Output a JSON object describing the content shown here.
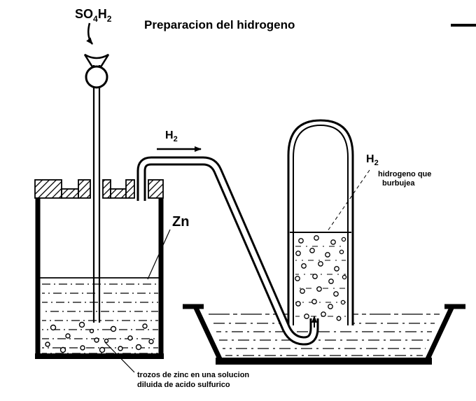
{
  "title": "Preparacion del hidrogeno",
  "colors": {
    "ink": "#000000",
    "background": "#ffffff"
  },
  "labels": {
    "reagent": {
      "t1": "SO",
      "s1": "4",
      "t2": "H",
      "s2": "2"
    },
    "tube_gas": {
      "t": "H",
      "s": "2"
    },
    "zinc": "Zn",
    "jar_gas": {
      "t": "H",
      "s": "2"
    },
    "jar_note_line1": "hidrogeno que",
    "jar_note_line2": "burbujea",
    "caption_line1": "trozos de zinc en una solucion",
    "caption_line2": "diluida de acido sulfurico"
  }
}
